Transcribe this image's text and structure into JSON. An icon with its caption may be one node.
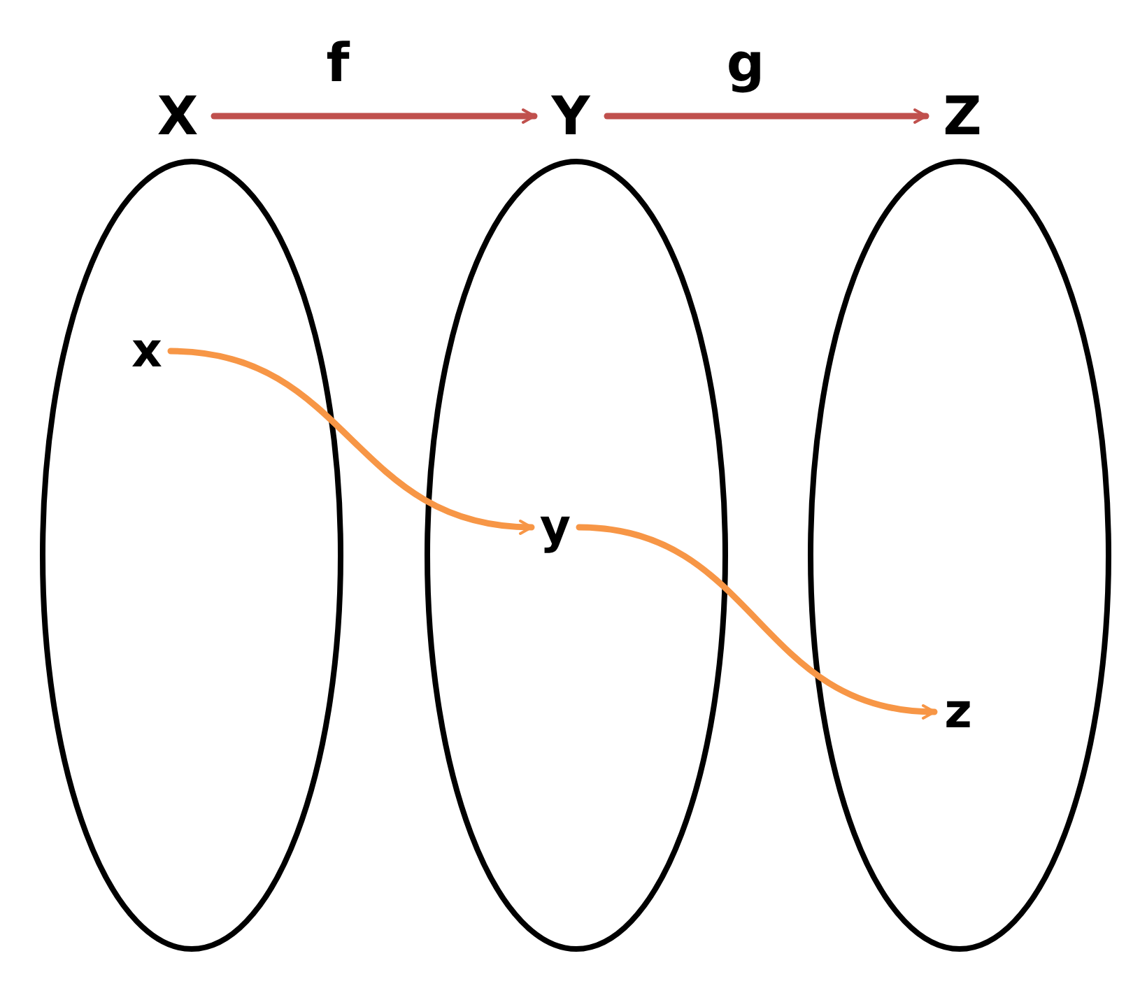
{
  "diagram": {
    "nodes": [
      {
        "text": [
          "X"
        ]
      },
      {
        "text": [
          "Y"
        ]
      },
      {
        "text": [
          "Z"
        ]
      },
      {
        "text": [],
        "shape": "ellipse"
      },
      {
        "text": [],
        "shape": "ellipse"
      },
      {
        "text": [],
        "shape": "ellipse"
      },
      {
        "text": [
          "x"
        ],
        "in": 3
      },
      {
        "text": [
          "y"
        ],
        "in": 4
      },
      {
        "text": [
          "z"
        ],
        "in": 5
      }
    ],
    "edges": [
      {
        "from": 0,
        "to": 1,
        "label": "f",
        "arrow": "to",
        "color": "#c0504d"
      },
      {
        "from": 1,
        "to": 2,
        "label": "g",
        "arrow": "to",
        "color": "#c0504d"
      },
      {
        "from": 6,
        "to": 7,
        "arrow": "to",
        "color": "#f79646"
      },
      {
        "from": 7,
        "to": 8,
        "arrow": "to",
        "color": "#f79646"
      }
    ]
  }
}
